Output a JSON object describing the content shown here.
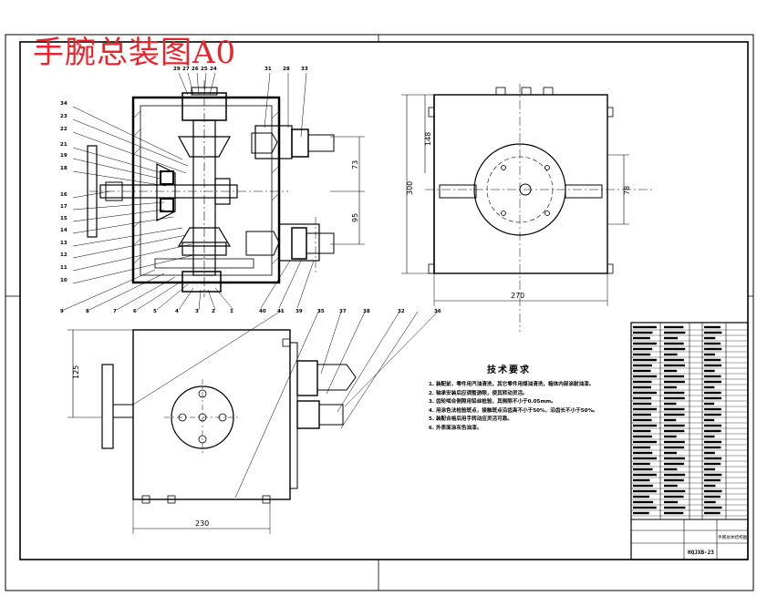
{
  "drawing": {
    "title": "手腕总装图A0",
    "drawing_number": "HQJXB-23",
    "name_block": "手腕总体结构图",
    "colors": {
      "title": "#e8242c",
      "lines": "#000000",
      "background": "#ffffff"
    }
  },
  "dimensions": {
    "front_view": {
      "upper": "73",
      "lower": "95"
    },
    "side_view": {
      "height": "300",
      "offset": "148",
      "inner": "78",
      "width": "270"
    },
    "top_view": {
      "offset": "125",
      "width": "230"
    }
  },
  "callouts": {
    "top_row": [
      "29",
      "27",
      "26",
      "25",
      "24",
      "31",
      "28",
      "33"
    ],
    "left_column": [
      "34",
      "23",
      "22",
      "21",
      "19",
      "18",
      "16",
      "17",
      "15",
      "14",
      "13",
      "12",
      "11",
      "10"
    ],
    "bottom_row": [
      "9",
      "8",
      "7",
      "6",
      "5",
      "4",
      "3",
      "2",
      "1"
    ],
    "right_lower": [
      "40",
      "41",
      "39",
      "35",
      "37",
      "38",
      "32",
      "36"
    ]
  },
  "technical_requirements": {
    "title": "技术要求",
    "items": [
      "1. 装配前，零件用汽油清洗，其它零件用煤油清洗，箱体内部涂耐油漆。",
      "2. 轴承安装后应调整游隙，使其转动灵活。",
      "3. 齿轮啮合侧隙用铅丝检验，其侧隙不小于0.05mm。",
      "4. 用涂色法检验斑点，接触斑点沿齿高不小于50%，沿齿长不小于50%。",
      "5. 装配合格后用手转动应灵活可靠。",
      "6. 外表面涂灰色油漆。"
    ]
  }
}
